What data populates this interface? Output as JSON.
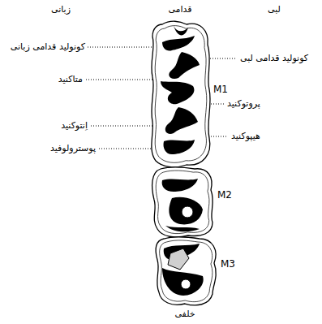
{
  "diagram": {
    "labels": [
      "زبانی",
      "قدامی",
      "لبی",
      "کونولید قدامی زبانی",
      "کونولید قدامی لبی",
      "متاکنید",
      "M1",
      "پروتوکنید",
      "اِنتوکنید",
      "هیپوکنید",
      "پوسترولوفید",
      "M2",
      "M3",
      "خلفی"
    ]
  }
}
